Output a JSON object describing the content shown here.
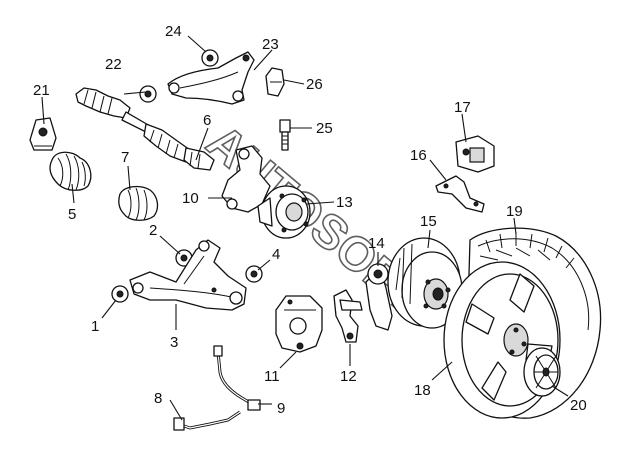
{
  "diagram": {
    "watermark": "AUTOSOFT",
    "callouts": [
      {
        "id": "c1",
        "text": "1"
      },
      {
        "id": "c2",
        "text": "2"
      },
      {
        "id": "c3",
        "text": "3"
      },
      {
        "id": "c4",
        "text": "4"
      },
      {
        "id": "c5",
        "text": "5"
      },
      {
        "id": "c6",
        "text": "6"
      },
      {
        "id": "c7",
        "text": "7"
      },
      {
        "id": "c8",
        "text": "8"
      },
      {
        "id": "c9",
        "text": "9"
      },
      {
        "id": "c10",
        "text": "10"
      },
      {
        "id": "c11",
        "text": "11"
      },
      {
        "id": "c12",
        "text": "12"
      },
      {
        "id": "c13",
        "text": "13"
      },
      {
        "id": "c14",
        "text": "14"
      },
      {
        "id": "c15",
        "text": "15"
      },
      {
        "id": "c16",
        "text": "16"
      },
      {
        "id": "c17",
        "text": "17"
      },
      {
        "id": "c18",
        "text": "18"
      },
      {
        "id": "c19",
        "text": "19"
      },
      {
        "id": "c20",
        "text": "20"
      },
      {
        "id": "c21",
        "text": "21"
      },
      {
        "id": "c22",
        "text": "22"
      },
      {
        "id": "c23",
        "text": "23"
      },
      {
        "id": "c24",
        "text": "24"
      },
      {
        "id": "c25",
        "text": "25"
      },
      {
        "id": "c26",
        "text": "26"
      }
    ]
  }
}
